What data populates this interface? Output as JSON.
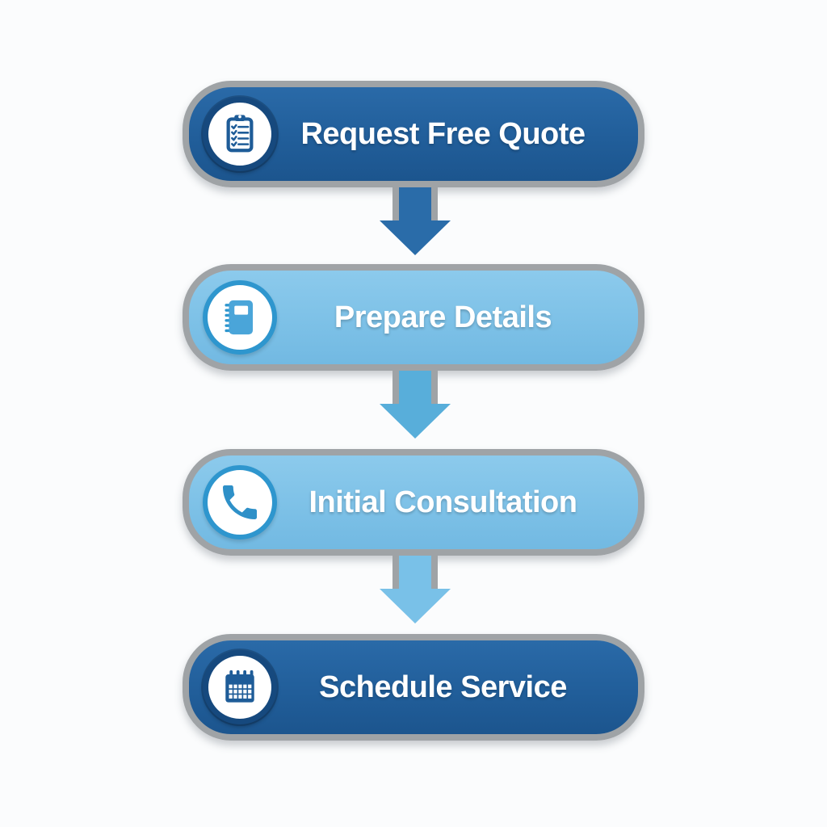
{
  "flow": {
    "steps": [
      {
        "label": "Request Free Quote",
        "icon": "clipboard-icon",
        "theme": "dark"
      },
      {
        "label": "Prepare Details",
        "icon": "notebook-icon",
        "theme": "light"
      },
      {
        "label": "Initial Consultation",
        "icon": "phone-icon",
        "theme": "light"
      },
      {
        "label": "Schedule Service",
        "icon": "calendar-icon",
        "theme": "dark"
      }
    ],
    "arrows": [
      {
        "direction": "down",
        "color_role": "dark-blue"
      },
      {
        "direction": "down",
        "color_role": "light-blue"
      },
      {
        "direction": "down",
        "color_role": "lighter-blue"
      }
    ],
    "colors": {
      "dark_pill": "#215e9a",
      "dark_pill_top": "#2a6aa8",
      "dark_pill_bottom": "#1c558e",
      "light_pill": "#7dc1e7",
      "light_pill_top": "#8ccaec",
      "light_pill_bottom": "#72b9e2",
      "border_gray": "#9fa3a6",
      "arrow_dark": "#2a6ca9",
      "arrow_light": "#58aeda",
      "arrow_lighter": "#79c1e8",
      "ring_dark": "#16497e",
      "ring_light": "#2e96ce",
      "icon_dark": "#1e5c98",
      "icon_light": "#4aa5d9",
      "phone_blue": "#2e90c8",
      "label_text": "#ffffff"
    }
  }
}
